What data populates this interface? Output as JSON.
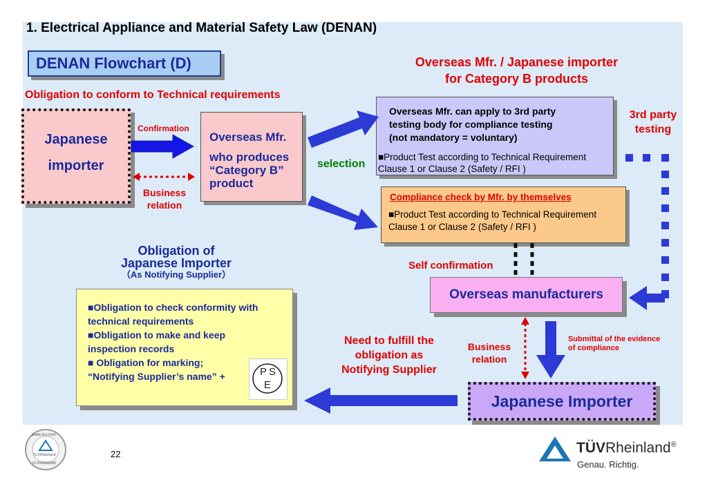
{
  "title": "1. Electrical Appliance and Material Safety Law (DENAN)",
  "flowchart_label": "DENAN Flowchart (D)",
  "obligation_conform": "Obligation to conform to Technical requirements",
  "category_b_heading": {
    "line1": "Overseas Mfr. / Japanese importer",
    "line2": "for Category B products"
  },
  "japanese_importer_box": {
    "line1": "Japanese",
    "line2": "importer"
  },
  "confirmation_label": "Confirmation",
  "business_relation_left": {
    "line1": "Business",
    "line2": "relation"
  },
  "overseas_mfr_box": {
    "line1": "Overseas Mfr.",
    "line2": "who produces",
    "line3": "“Category B”",
    "line4": "product"
  },
  "selection_label": "selection",
  "third_party_box": {
    "line1": "Overseas Mfr. can apply to 3rd party",
    "line2": "testing body for compliance testing",
    "line3": "(not mandatory = voluntary)",
    "line4": "■Product Test according to Technical Requirement",
    "line5": "Clause 1 or Clause 2 (Safety / RFI )"
  },
  "third_party_testing": {
    "line1": "3rd party",
    "line2": "testing"
  },
  "compliance_box": {
    "heading": "Compliance check by Mfr. by themselves",
    "line1": "■Product Test according to Technical Requirement",
    "line2": "Clause 1 or Clause 2 (Safety / RFI )"
  },
  "self_confirmation": "Self confirmation",
  "overseas_manufacturers": "Overseas manufacturers",
  "obligation_importer": {
    "line1": "Obligation of",
    "line2": "Japanese Importer",
    "line3": "（As Notifying Supplier）"
  },
  "obligation_list": {
    "line1": "■Obligation to check conformity with",
    "line2": "technical requirements",
    "line3": "■Obligation to make and keep",
    "line4": "inspection records",
    "line5": "■ Obligation for marking;",
    "line6": "“Notifying Supplier’s name” +"
  },
  "pse_mark": {
    "p": "P",
    "s": "S",
    "e": "E"
  },
  "need_fulfill": {
    "line1": "Need to fulfill the",
    "line2": "obligation as",
    "line3": "Notifying Supplier"
  },
  "business_relation_right": {
    "line1": "Business",
    "line2": "relation"
  },
  "submittal": {
    "line1": "Submittal of the evidence",
    "line2": "of compliance"
  },
  "japanese_importer_bottom": "Japanese Importer",
  "page_number": "22",
  "logo": {
    "brand_bold": "TÜV",
    "brand_rest": "Rheinland",
    "reg": "®",
    "tagline": "Genau. Richtig."
  },
  "seal": {
    "top_text": "www.tuv.com",
    "center_text": "TÜVRheinland",
    "bottom_text": "ID 0000000000"
  },
  "colors": {
    "red": "#e00000",
    "navy": "#1a2a9a",
    "arrow_blue": "#2c3ad6",
    "green": "#008000"
  }
}
